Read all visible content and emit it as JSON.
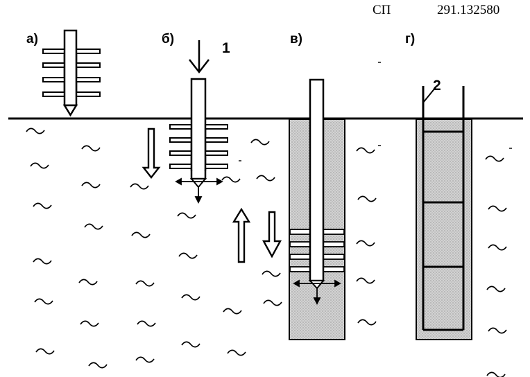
{
  "header": {
    "doc_code": "СП",
    "doc_number": "291.132580"
  },
  "panels": {
    "a": "а)",
    "b": "б)",
    "v": "в)",
    "g": "г)"
  },
  "callouts": {
    "load_arrow": "1",
    "reinforcement": "2"
  },
  "colors": {
    "ink": "#000000",
    "fill": "#cfcfcf",
    "background": "#ffffff"
  }
}
